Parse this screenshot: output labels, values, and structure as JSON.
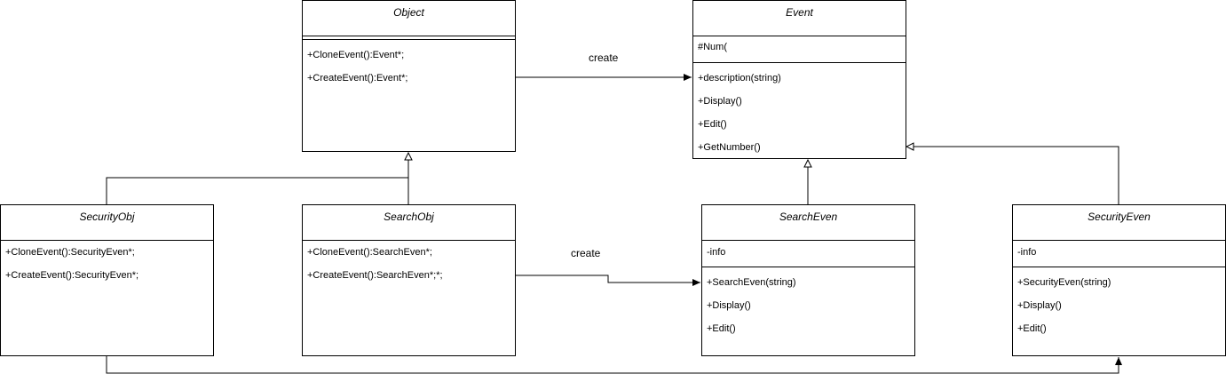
{
  "classes": {
    "object": {
      "name": "Object",
      "attributes": [],
      "methods": [
        "+CloneEvent():Event*;",
        "+CreateEvent():Event*;"
      ]
    },
    "event": {
      "name": "Event",
      "attributes": [
        "#Num("
      ],
      "methods": [
        "+description(string)",
        "+Display()",
        "+Edit()",
        "+GetNumber()"
      ]
    },
    "security_obj": {
      "name": "SecurityObj",
      "methods": [
        "+CloneEvent():SecurityEven*;",
        "+CreateEvent():SecurityEven*;"
      ]
    },
    "search_obj": {
      "name": "SearchObj",
      "methods": [
        "+CloneEvent():SearchEven*;",
        "+CreateEvent():SearchEven*;*;"
      ]
    },
    "search_even": {
      "name": "SearchEven",
      "attributes": [
        "-info"
      ],
      "methods": [
        "+SearchEven(string)",
        "+Display()",
        "+Edit()"
      ]
    },
    "security_even": {
      "name": "SecurityEven",
      "attributes": [
        "-info"
      ],
      "methods": [
        "+SecurityEven(string)",
        "+Display()",
        "+Edit()"
      ]
    }
  },
  "relations": {
    "object_creates_event": "create",
    "searchobj_creates_searcheven": "create"
  }
}
